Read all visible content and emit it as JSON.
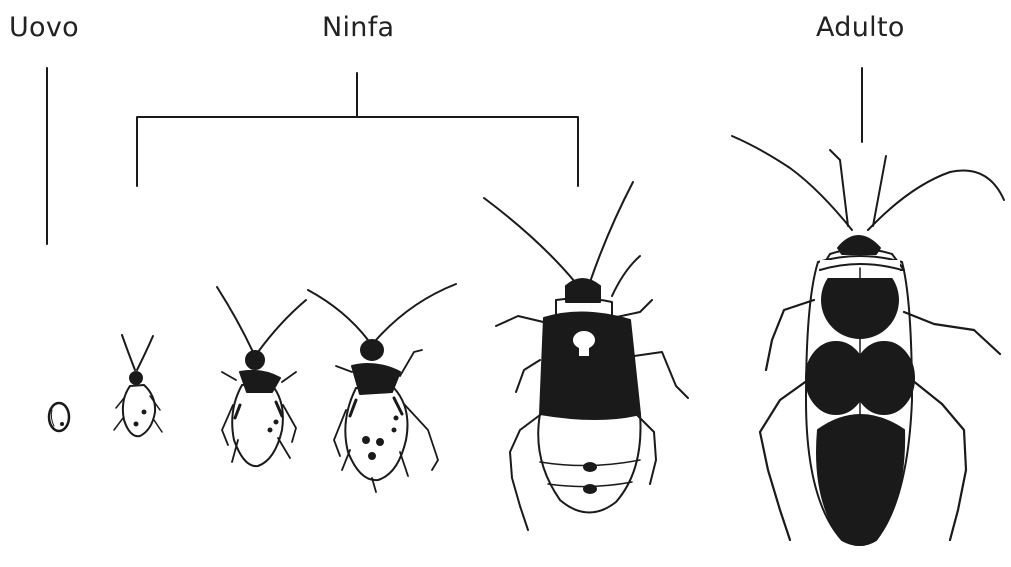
{
  "labels": {
    "egg": "Uovo",
    "nymph": "Ninfa",
    "adult": "Adulto"
  },
  "colors": {
    "ink": "#1a1a1a",
    "background": "#ffffff"
  }
}
